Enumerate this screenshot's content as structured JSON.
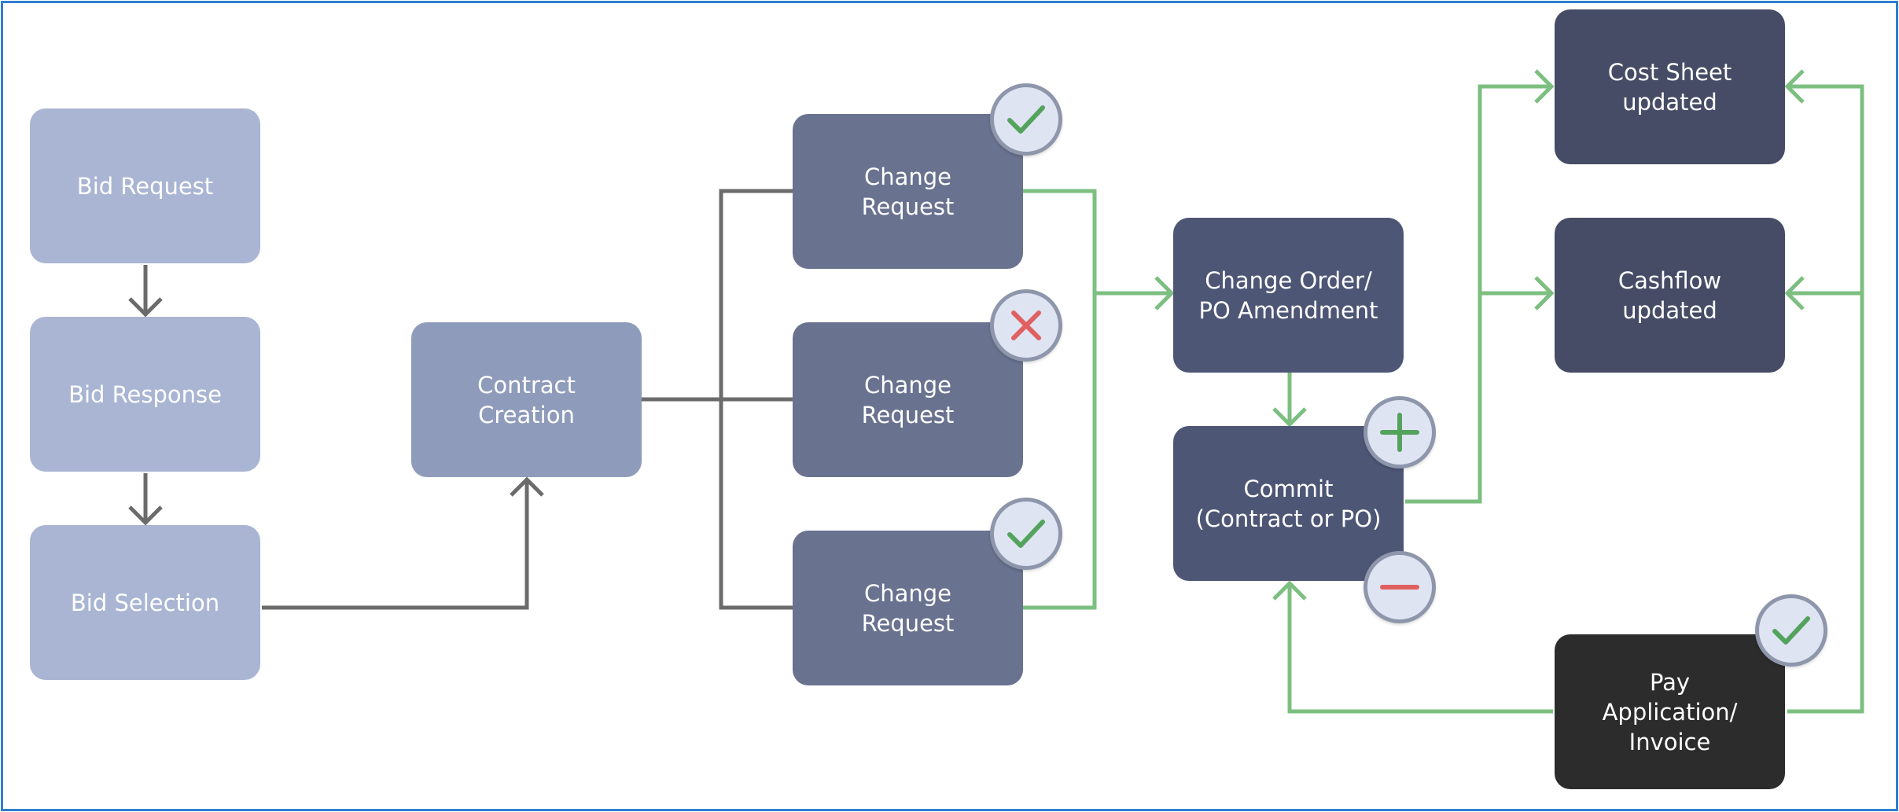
{
  "nodes": {
    "bid_request": "Bid Request",
    "bid_response": "Bid Response",
    "bid_selection": "Bid Selection",
    "contract_creation": "Contract\nCreation",
    "change_request_1": "Change\nRequest",
    "change_request_2": "Change\nRequest",
    "change_request_3": "Change\nRequest",
    "change_order": "Change Order/\nPO Amendment",
    "commit": "Commit\n(Contract or PO)",
    "cost_sheet": "Cost Sheet\nupdated",
    "cashflow": "Cashflow\nupdated",
    "pay_application": "Pay\nApplication/\nInvoice"
  },
  "badges": {
    "change_request_1": "check-icon",
    "change_request_2": "cross-icon",
    "change_request_3": "check-icon",
    "commit_add": "plus-icon",
    "commit_subtract": "minus-icon",
    "pay_application": "check-icon"
  },
  "colors": {
    "frame_border": "#2f7fd0",
    "gray_connector": "#6b6b6b",
    "green_connector": "#7cbf80",
    "check": "#53a35d",
    "cross": "#e06060"
  }
}
